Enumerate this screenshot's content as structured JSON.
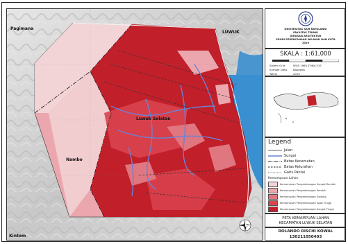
{
  "map": {
    "place_labels": {
      "pagimana": "Pagimana",
      "luwuk": "LUWUK",
      "luwuk_selatan": "Luwuk Selatan",
      "nambo": "Nambo",
      "kintom": "Kintom"
    },
    "colors": {
      "sea": "#3a8fd0",
      "terrain": "#d3d3d3",
      "class1": "#f2d3d6",
      "class2": "#eca7ae",
      "class3": "#e07680",
      "class4": "#d9434e",
      "class5": "#c11f2a",
      "river": "#6a82d6"
    },
    "north_arrow_icon": "compass-rose-icon"
  },
  "panel": {
    "university": [
      "UNIVERSITAS SAM RATULANGI",
      "FAKULTAS TEKNIK",
      "JURUSAN ARSITEKTUR",
      "PRODI PERENCANAAN WILAYAH DAN KOTA",
      "2019"
    ],
    "scale_label": "SKALA :  1:61,000",
    "info": [
      {
        "k": "Sistem Grid",
        "v": "WGS 1984 ZONA 51S"
      },
      {
        "k": "Sumber Data",
        "v": "Bappeda"
      },
      {
        "k": "Tahun",
        "v": "2019"
      }
    ],
    "legend_title": "Legend",
    "legend_items": [
      {
        "label": "Jalan",
        "kind": "road"
      },
      {
        "label": "Sungai",
        "kind": "river"
      },
      {
        "label": "Batas Kecamatan",
        "kind": "dashdot"
      },
      {
        "label": "Batas Kelurahan",
        "kind": "dashed"
      },
      {
        "label": "Garis Pantai",
        "kind": "dotted"
      }
    ],
    "kemampuan_title": "Kemampuan Lahan",
    "kemampuan_items": [
      {
        "label": "Kemampuan Pengembangan Sangat Rendah",
        "color": "#f2d3d6"
      },
      {
        "label": "Kemampuan Pengembangan Rendah",
        "color": "#eca7ae"
      },
      {
        "label": "Kemampuan Pengembangan Sedang",
        "color": "#e07680"
      },
      {
        "label": "Kemampuan Pengembangan Agak Tinggi",
        "color": "#d9434e"
      },
      {
        "label": "Kemampuan Pengembangan Sangat Tinggi",
        "color": "#c11f2a"
      }
    ],
    "title_lines": [
      "PETA KEMAMPUAN LAHAN",
      "KECAMATAN LUWUK SELATAN"
    ],
    "author_name": "ROLANDO RISCHI KOWAL",
    "author_id": "130211050403"
  }
}
